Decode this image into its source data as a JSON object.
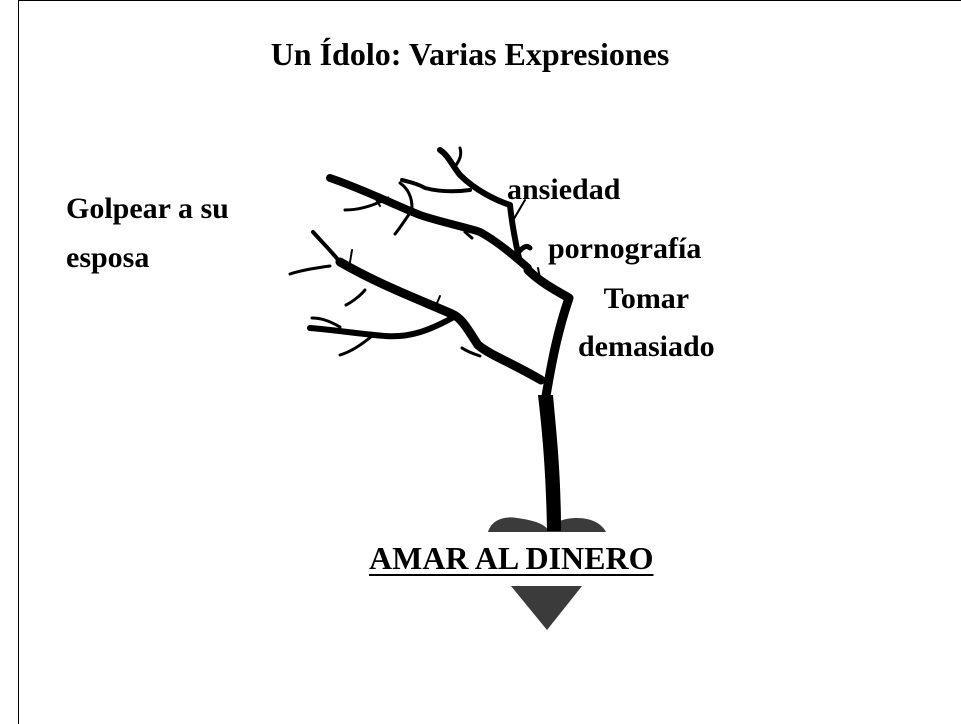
{
  "title": "Un Ídolo: Varias Expresiones",
  "root": "AMAR AL DINERO",
  "branches": {
    "golpear_line1": "Golpear a su",
    "golpear_line2": "esposa",
    "ansiedad": "ansiedad",
    "pornografia": "pornografía",
    "tomar_line1": "Tomar",
    "tomar_line2": "demasiado"
  },
  "colors": {
    "tree": "#000000",
    "heart": "#3b3b3b"
  }
}
